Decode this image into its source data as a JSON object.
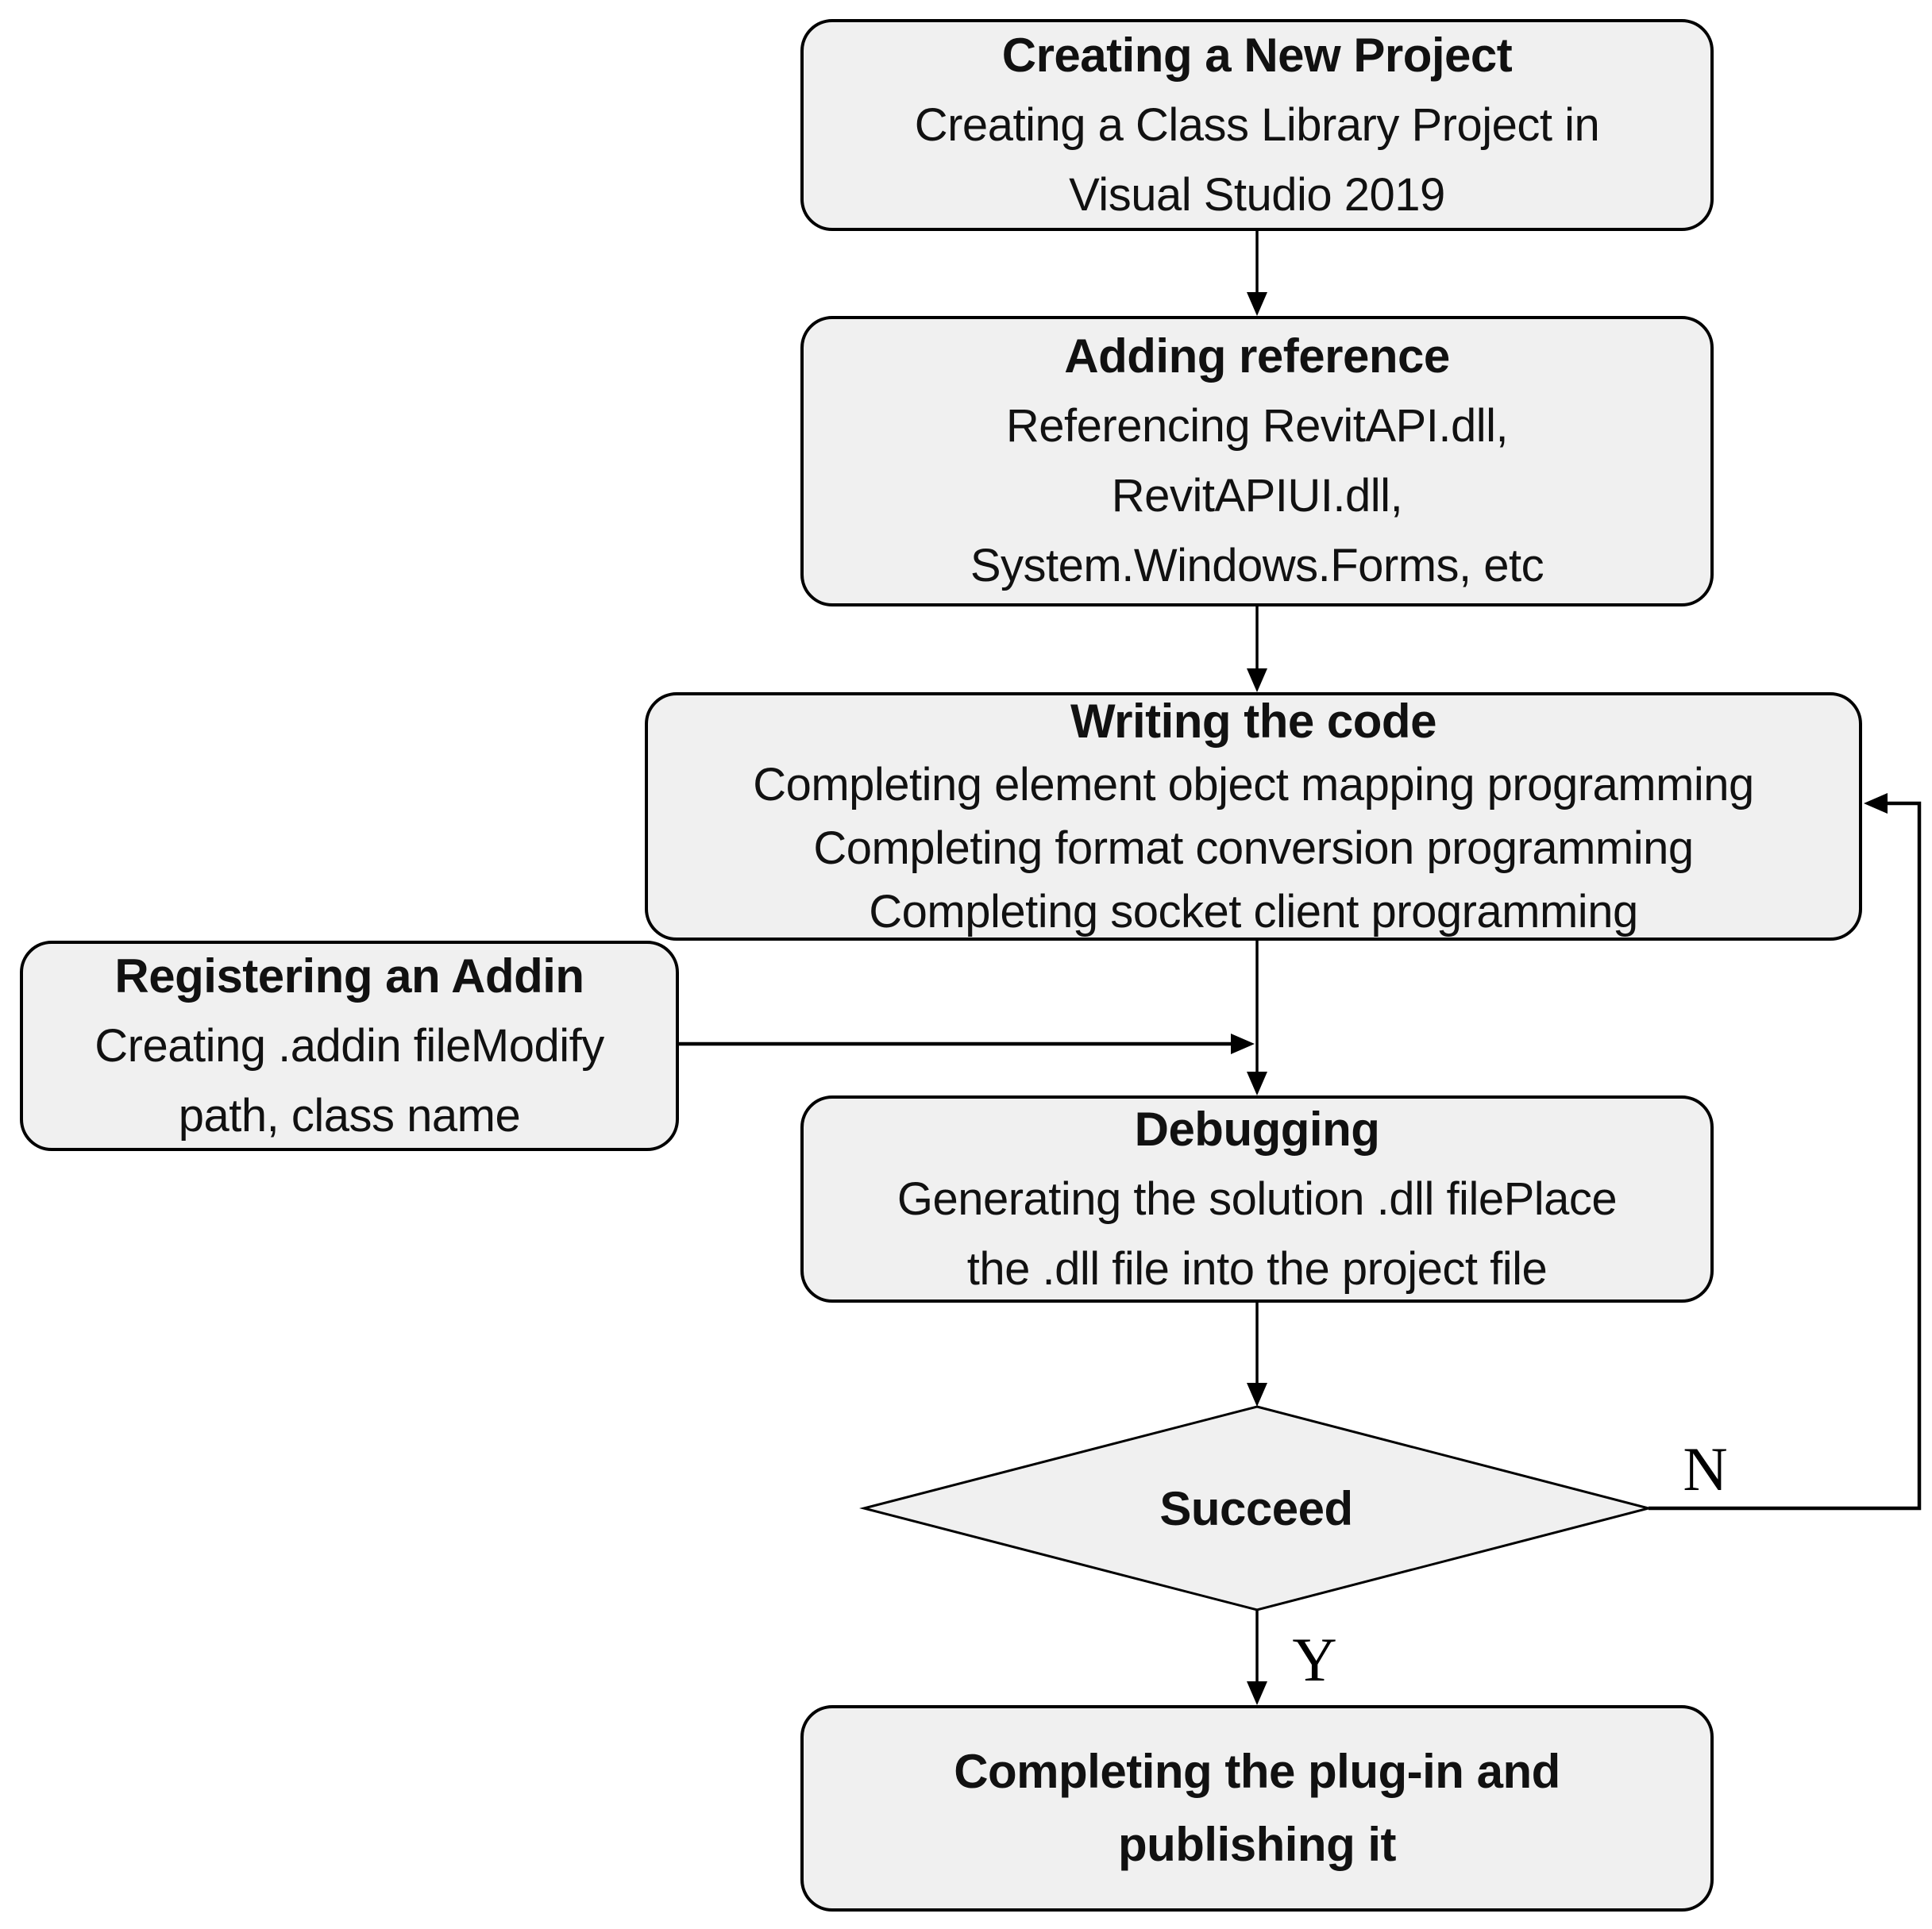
{
  "diagram": {
    "type": "flowchart",
    "colors": {
      "background": "#ffffff",
      "node_fill": "#f0f0f0",
      "node_border": "#000000",
      "line": "#000000"
    },
    "nodes": {
      "new_project": {
        "title": "Creating a New Project",
        "lines": [
          "Creating a Class Library Project in",
          "Visual Studio 2019"
        ]
      },
      "adding_reference": {
        "title": "Adding reference",
        "lines": [
          "Referencing RevitAPI.dll,",
          "RevitAPIUI.dll,",
          "System.Windows.Forms, etc"
        ]
      },
      "writing_code": {
        "title": "Writing the code",
        "lines": [
          "Completing element object mapping programming",
          "Completing format conversion programming",
          "Completing socket client programming"
        ]
      },
      "registering_addin": {
        "title": "Registering an Addin",
        "lines": [
          "Creating .addin fileModify",
          "path, class name"
        ]
      },
      "debugging": {
        "title": "Debugging",
        "lines": [
          "Generating the solution .dll filePlace",
          "the .dll file into the project file"
        ]
      },
      "decision_succeed": {
        "label": "Succeed"
      },
      "completing_plugin": {
        "lines": [
          "Completing the plug-in and",
          "publishing it"
        ]
      }
    },
    "edge_labels": {
      "no": "N",
      "yes": "Y"
    }
  }
}
